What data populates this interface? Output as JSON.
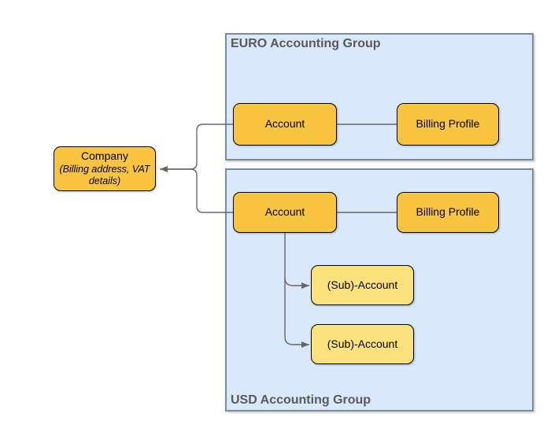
{
  "company": {
    "title": "Company",
    "subtitle": "(Billing address, VAT details)"
  },
  "euro_group": {
    "label": "EURO Accounting Group",
    "account": "Account",
    "billing_profile": "Billing Profile"
  },
  "usd_group": {
    "label": "USD Accounting Group",
    "account": "Account",
    "billing_profile": "Billing Profile",
    "sub_account_1": "(Sub)-Account",
    "sub_account_2": "(Sub)-Account"
  },
  "colors": {
    "node_fill": "#F9C440",
    "subnode_fill": "#FCE27C",
    "node_border": "#000000",
    "node_text": "#000000",
    "group_fill": "#DAE8FC",
    "group_border": "#7E8A99",
    "group_label": "#595959",
    "connector": "#666666"
  }
}
